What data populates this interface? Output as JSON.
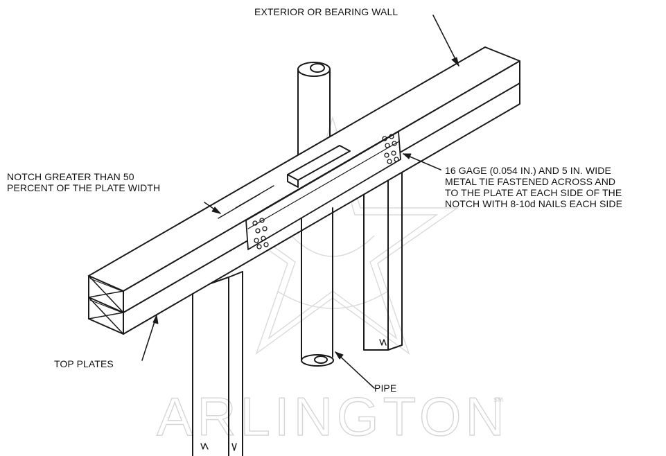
{
  "labels": {
    "exterior_wall": "EXTERIOR OR BEARING WALL",
    "notch_line1": "NOTCH GREATER THAN 50",
    "notch_line2": "PERCENT OF THE PLATE WIDTH",
    "metal_tie_line1": "16 GAGE (0.054 IN.) AND 5 IN. WIDE",
    "metal_tie_line2": "METAL TIE FASTENED ACROSS AND",
    "metal_tie_line3": "TO THE PLATE AT EACH SIDE OF THE",
    "metal_tie_line4": "NOTCH WITH 8-10d NAILS EACH SIDE",
    "top_plates": "TOP PLATES",
    "pipe": "PIPE"
  },
  "watermark": {
    "text": "ARLINGTON",
    "mark": "SM"
  },
  "colors": {
    "ink": "#1a1a1a",
    "watermark": "#d9d9d9",
    "background": "#ffffff"
  }
}
